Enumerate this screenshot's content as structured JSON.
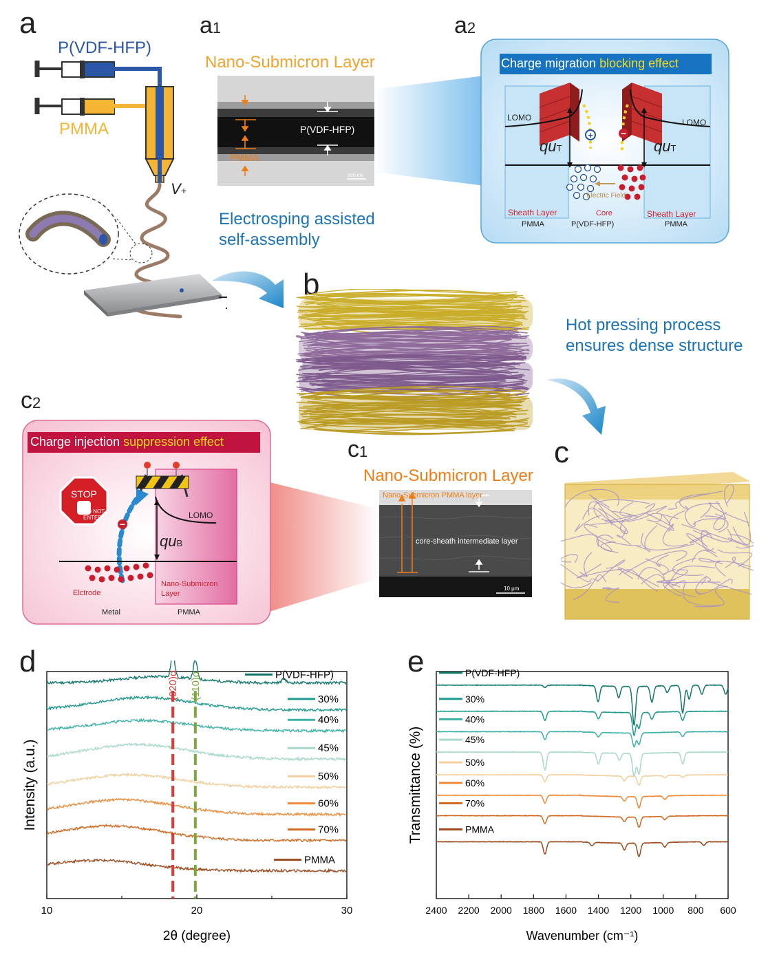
{
  "panels": {
    "a": "a",
    "a1": "a",
    "a1_sub": "1",
    "a2": "a",
    "a2_sub": "2",
    "b": "b",
    "c": "c",
    "c1": "c",
    "c1_sub": "1",
    "c2": "c",
    "c2_sub": "2",
    "d": "d",
    "e": "e"
  },
  "panel_a": {
    "syringe_top": "P(VDF-HFP)",
    "syringe_bottom": "PMMA",
    "voltage": "V",
    "voltage_sub": "+",
    "caption_line1": "Electrosping assisted",
    "caption_line2": "self-assembly"
  },
  "panel_a1": {
    "title": "Nano-Submicron Layer",
    "core_label": "P(VDF-HFP)",
    "shell_label": "PMMA",
    "scale": "500 nm"
  },
  "panel_a2": {
    "title_part1": "Charge migration ",
    "title_part2": "blocking effect",
    "lomo_left": "LOMO",
    "lomo_right": "LOMO",
    "qu": "qu",
    "qu_sub": "T",
    "field": "Electric Field",
    "sheath_left": "Sheath Layer",
    "sheath_right": "Sheath Layer",
    "core": "Core",
    "core_mat": "P(VDF-HFP)",
    "pmma_left": "PMMA",
    "pmma_right": "PMMA"
  },
  "panel_b": {
    "caption_line1": "Hot pressing process",
    "caption_line2": "ensures dense structure"
  },
  "panel_c1": {
    "title": "Nano-Submicron Layer",
    "top_layer": "Nano-Submicron PMMA layer",
    "middle_layer": "core-sheath intermediate layer",
    "scale": "10 μm"
  },
  "panel_c2": {
    "title_part1": "Charge injection ",
    "title_part2": "suppression effect",
    "stop": "STOP",
    "do_not": "DO NOT",
    "enter": "ENTER",
    "lomo": "LOMO",
    "qu": "qu",
    "qu_sub": "B",
    "electrode": "Elctrode",
    "metal": "Metal",
    "layer_line1": "Nano-Submicron",
    "layer_line2": "Layer",
    "pmma": "PMMA"
  },
  "colors": {
    "teal_dark": "#10776a",
    "teal": "#1f9a8e",
    "teal_mid": "#3cb3a6",
    "teal_light": "#a8d8cc",
    "peach": "#f2cf9d",
    "orange": "#ee8a3a",
    "orange_dark": "#cf6b22",
    "brown": "#9c4a1d",
    "red_line": "#e03a3a",
    "green_line": "#7aa83a"
  },
  "chart_data": [
    {
      "type": "line",
      "xlabel": "2θ (degree)",
      "ylabel": "Intensity (a.u.)",
      "xlim": [
        10,
        30
      ],
      "xticks": [
        "10",
        "20",
        "30"
      ],
      "markers": [
        {
          "x": 18.4,
          "label": "(020)α"
        },
        {
          "x": 19.9,
          "label": "(110)α"
        }
      ],
      "series": [
        {
          "name": "P(VDF-HFP)",
          "color": "#10776a",
          "baseline": 1.0,
          "hump": 0.03,
          "hump_center": 17.5,
          "hump_width": 3.5,
          "peaks": [
            [
              18.4,
              0.11
            ],
            [
              19.9,
              0.09
            ],
            [
              25.8,
              0.02
            ]
          ]
        },
        {
          "name": "30%",
          "color": "#1f9a8e",
          "baseline": 0.87,
          "hump": 0.06,
          "hump_center": 16.5,
          "hump_width": 4.5,
          "peaks": []
        },
        {
          "name": "40%",
          "color": "#3cb3a6",
          "baseline": 0.77,
          "hump": 0.05,
          "hump_center": 16.3,
          "hump_width": 4.5,
          "peaks": []
        },
        {
          "name": "45%",
          "color": "#a8d8cc",
          "baseline": 0.635,
          "hump": 0.07,
          "hump_center": 16.0,
          "hump_width": 4.8,
          "peaks": []
        },
        {
          "name": "50%",
          "color": "#f2cf9d",
          "baseline": 0.5,
          "hump": 0.06,
          "hump_center": 15.5,
          "hump_width": 4.8,
          "peaks": []
        },
        {
          "name": "60%",
          "color": "#ee8a3a",
          "baseline": 0.37,
          "hump": 0.07,
          "hump_center": 15.0,
          "hump_width": 5.0,
          "peaks": []
        },
        {
          "name": "70%",
          "color": "#cf6b22",
          "baseline": 0.245,
          "hump": 0.07,
          "hump_center": 14.2,
          "hump_width": 5.0,
          "peaks": []
        },
        {
          "name": "PMMA",
          "color": "#9c4a1d",
          "baseline": 0.1,
          "hump": 0.05,
          "hump_center": 13.3,
          "hump_width": 4.8,
          "peaks": []
        }
      ]
    },
    {
      "type": "line",
      "xlabel": "Wavenumber (cm⁻¹)",
      "ylabel": "Transmittance (%)",
      "xlim": [
        2400,
        600
      ],
      "xticks": [
        "2400",
        "2200",
        "2000",
        "1800",
        "1600",
        "1400",
        "1200",
        "1000",
        "800",
        "600"
      ],
      "series": [
        {
          "name": "P(VDF-HFP)",
          "color": "#10776a",
          "baseline": 0.94,
          "bands": [
            [
              1730,
              0.01
            ],
            [
              1402,
              0.07
            ],
            [
              1275,
              0.05
            ],
            [
              1180,
              0.17
            ],
            [
              1070,
              0.07
            ],
            [
              975,
              0.03
            ],
            [
              880,
              0.12
            ],
            [
              840,
              0.06
            ],
            [
              762,
              0.04
            ],
            [
              615,
              0.04
            ]
          ]
        },
        {
          "name": "30%",
          "color": "#1f9a8e",
          "baseline": 0.825,
          "bands": [
            [
              1730,
              0.04
            ],
            [
              1400,
              0.03
            ],
            [
              1180,
              0.1
            ],
            [
              1150,
              0.07
            ],
            [
              1070,
              0.03
            ],
            [
              880,
              0.04
            ]
          ]
        },
        {
          "name": "40%",
          "color": "#3cb3a6",
          "baseline": 0.735,
          "bands": [
            [
              1730,
              0.035
            ],
            [
              1400,
              0.02
            ],
            [
              1180,
              0.06
            ],
            [
              1150,
              0.05
            ],
            [
              880,
              0.02
            ]
          ]
        },
        {
          "name": "45%",
          "color": "#a8d8cc",
          "baseline": 0.645,
          "bands": [
            [
              1730,
              0.08
            ],
            [
              1400,
              0.05
            ],
            [
              1270,
              0.03
            ],
            [
              1180,
              0.1
            ],
            [
              1150,
              0.09
            ],
            [
              880,
              0.05
            ]
          ]
        },
        {
          "name": "50%",
          "color": "#f2cf9d",
          "baseline": 0.545,
          "bands": [
            [
              1730,
              0.03
            ],
            [
              1240,
              0.02
            ],
            [
              1150,
              0.04
            ],
            [
              990,
              0.01
            ],
            [
              880,
              0.01
            ]
          ]
        },
        {
          "name": "60%",
          "color": "#ee8a3a",
          "baseline": 0.455,
          "bands": [
            [
              1730,
              0.035
            ],
            [
              1240,
              0.02
            ],
            [
              1150,
              0.05
            ],
            [
              990,
              0.015
            ]
          ]
        },
        {
          "name": "70%",
          "color": "#cf6b22",
          "baseline": 0.365,
          "bands": [
            [
              1730,
              0.035
            ],
            [
              1240,
              0.02
            ],
            [
              1150,
              0.045
            ],
            [
              990,
              0.015
            ]
          ]
        },
        {
          "name": "PMMA",
          "color": "#9c4a1d",
          "baseline": 0.25,
          "bands": [
            [
              1730,
              0.055
            ],
            [
              1440,
              0.015
            ],
            [
              1240,
              0.03
            ],
            [
              1150,
              0.06
            ],
            [
              990,
              0.02
            ],
            [
              750,
              0.015
            ]
          ]
        }
      ]
    }
  ]
}
